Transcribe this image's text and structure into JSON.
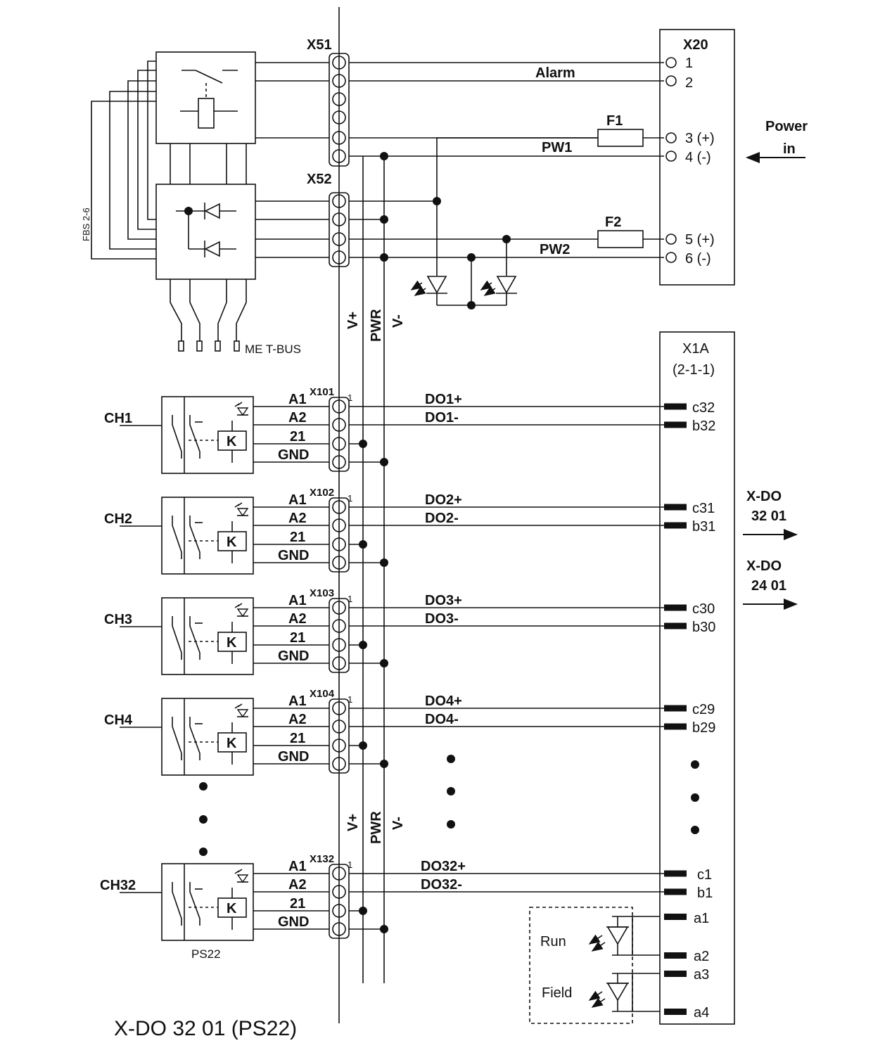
{
  "title": "X-DO 32 01 (PS22)",
  "x51_label": "X51",
  "x52_label": "X52",
  "x20": {
    "label": "X20",
    "pins": [
      "1",
      "2",
      "3 (+)",
      "4 (-)",
      "5 (+)",
      "6 (-)"
    ]
  },
  "alarm_label": "Alarm",
  "fuse1_label": "F1",
  "fuse2_label": "F2",
  "pw1_label": "PW1",
  "pw2_label": "PW2",
  "power_in": [
    "Power",
    "in"
  ],
  "fbs_label": "FBS 2-6",
  "metbus_label": "ME T-BUS",
  "bus_labels": {
    "vplus": "V+",
    "pwr": "PWR",
    "vminus": "V-"
  },
  "x1a": {
    "label": "X1A",
    "sublabel": "(2-1-1)"
  },
  "terminal_labels": [
    "A1",
    "A2",
    "21",
    "GND"
  ],
  "pin_one": "1",
  "channels": [
    {
      "name": "CH1",
      "connector": "X101",
      "do_plus": "DO1+",
      "do_minus": "DO1-",
      "pin_c": "c32",
      "pin_b": "b32"
    },
    {
      "name": "CH2",
      "connector": "X102",
      "do_plus": "DO2+",
      "do_minus": "DO2-",
      "pin_c": "c31",
      "pin_b": "b31"
    },
    {
      "name": "CH3",
      "connector": "X103",
      "do_plus": "DO3+",
      "do_minus": "DO3-",
      "pin_c": "c30",
      "pin_b": "b30"
    },
    {
      "name": "CH4",
      "connector": "X104",
      "do_plus": "DO4+",
      "do_minus": "DO4-",
      "pin_c": "c29",
      "pin_b": "b29"
    },
    {
      "name": "CH32",
      "connector": "X132",
      "do_plus": "DO32+",
      "do_minus": "DO32-",
      "pin_c": "c1",
      "pin_b": "b1"
    }
  ],
  "relay_label": "K",
  "ps22_label": "PS22",
  "xdo_outputs": [
    {
      "line1": "X-DO",
      "line2": "32 01"
    },
    {
      "line1": "X-DO",
      "line2": "24 01"
    }
  ],
  "status_leds": {
    "run": "Run",
    "field": "Field",
    "pins": [
      "a1",
      "a2",
      "a3",
      "a4"
    ]
  }
}
